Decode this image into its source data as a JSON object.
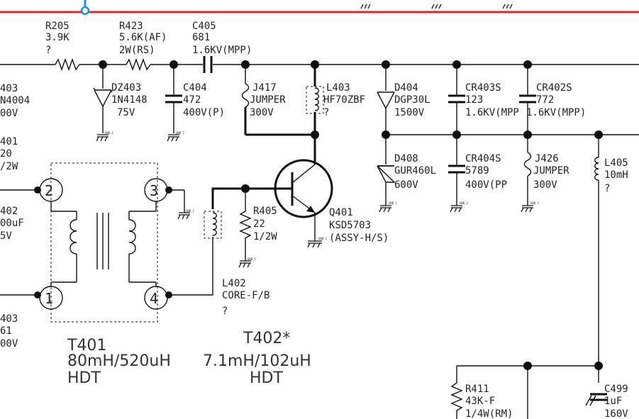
{
  "colors": {
    "rail": "#d9262c",
    "marker": "#1f8fd6",
    "ink": "#111111"
  },
  "labels": {
    "r205_ref": "R205",
    "r205_val": "3.9K",
    "r205_q": "?",
    "r423_ref": "R423",
    "r423_val1": "5.6K(AF)",
    "r423_val2": "2W(RS)",
    "c405_ref": "C405",
    "c405_val1": "681",
    "c405_val2": "1.6KV(MPP)",
    "left_403a": "403",
    "left_n4004": "N4004",
    "left_00v_a": "00V",
    "dz403_ref": "DZ403",
    "dz403_val": "1N4148",
    "dz403_v": "75V",
    "c404_ref": "C404",
    "c404_val": "472",
    "c404_v": "400V(P)",
    "j417_ref": "J417",
    "j417_val": "JUMPER",
    "j417_v": "300V",
    "l403_ref": "L403",
    "l403_val": "HF70ZBF",
    "l403_q": "?",
    "d404_ref": "D404",
    "d404_val": "DGP30L",
    "d404_v": "1500V",
    "cr403s_ref": "CR403S",
    "cr403s_val": "123",
    "cr403s_v": "1.6KV(MPP",
    "cr402s_ref": "CR402S",
    "cr402s_val": "772",
    "cr402s_v": "1.6KV(MPP)",
    "left_401": "401",
    "left_20": "20",
    "left_2w": "/2W",
    "d408_ref": "D408",
    "d408_val": "GUR460L",
    "d408_v": "600V",
    "cr404s_ref": "CR404S",
    "cr404s_val": "5789",
    "cr404s_v": "400V(PP",
    "j426_ref": "J426",
    "j426_val": "JUMPER",
    "j426_v": "300V",
    "l405_ref": "L405",
    "l405_val": "10mH",
    "l405_q": "?",
    "left_402": "402",
    "left_00uf": "00uF",
    "left_5v": "5V",
    "pin2": "2",
    "pin3": "3",
    "pin1": "1",
    "pin4": "4",
    "r405_ref": "R405",
    "r405_val": "22",
    "r405_w": "1/2W",
    "q401_ref": "Q401",
    "q401_val": "KSD5703",
    "q401_note": "(ASSY-H/S)",
    "l402_ref": "L402",
    "l402_val": "CORE-F/B",
    "l402_q": "?",
    "left_403b": "403",
    "left_61": "61",
    "left_00v_b": "00V",
    "t401_ref": "T401",
    "t401_val": "80mH/520uH",
    "t401_type": "HDT",
    "t402_ref": "T402*",
    "t402_val": "7.1mH/102uH",
    "t402_type": "HDT",
    "r411_ref": "R411",
    "r411_val": "43K-F",
    "r411_w": "1/4W(RM)",
    "c499_ref": "C499",
    "c499_val": "1uF",
    "c499_v": "160V",
    "gnd_mark": "GND_C"
  }
}
